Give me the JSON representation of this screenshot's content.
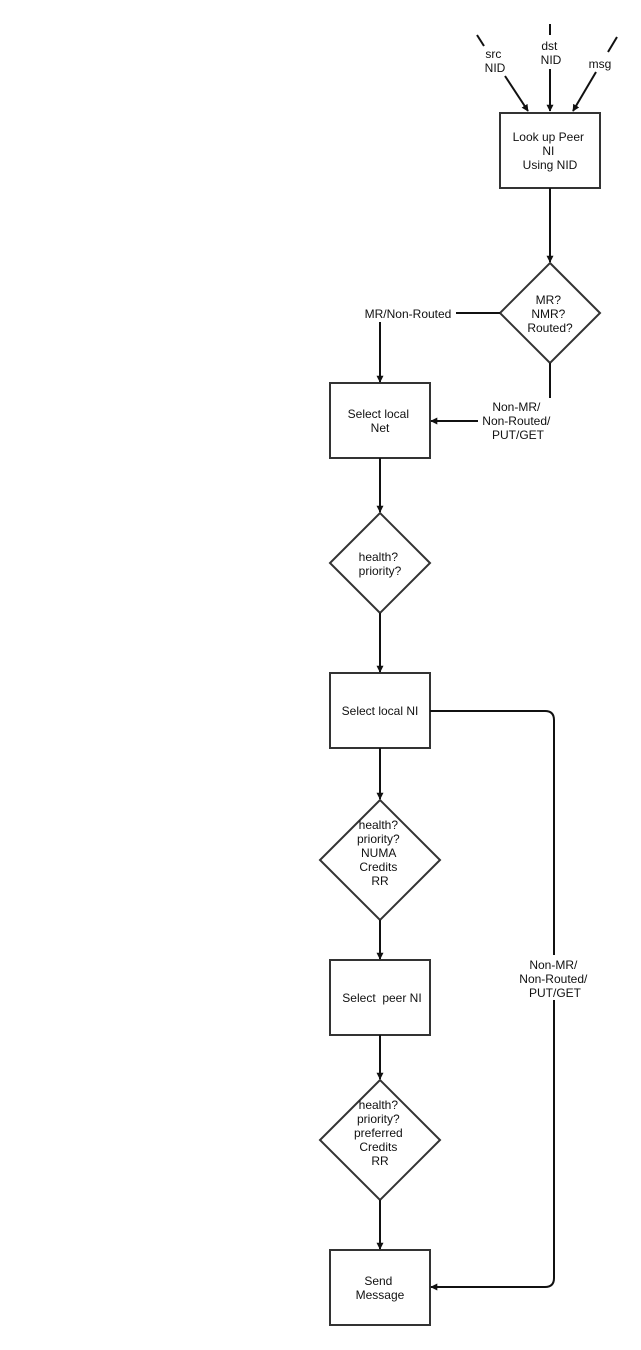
{
  "inputs": {
    "src": [
      "src",
      "NID"
    ],
    "dst": [
      "dst",
      "NID"
    ],
    "msg": [
      "msg"
    ]
  },
  "nodes": {
    "lookup_peer_ni": [
      "Look up Peer",
      "NI",
      "Using NID"
    ],
    "decision_routing": [
      "MR?",
      "NMR?",
      "Routed?"
    ],
    "select_local_net": [
      "Select local",
      "Net"
    ],
    "decision_net": [
      "health?",
      "priority?"
    ],
    "select_local_ni": [
      "Select local NI"
    ],
    "decision_local_ni": [
      "health?",
      "priority?",
      "NUMA",
      "Credits",
      "RR"
    ],
    "select_peer_ni": [
      "Select  peer NI"
    ],
    "decision_peer_ni": [
      "health?",
      "priority?",
      "preferred",
      "Credits",
      "RR"
    ],
    "send_message": [
      "Send",
      "Message"
    ]
  },
  "edge_labels": {
    "mr_non_routed": [
      "MR/Non-Routed"
    ],
    "non_mr_upper": [
      "Non-MR/",
      "Non-Routed/",
      "PUT/GET"
    ],
    "non_mr_lower": [
      "Non-MR/",
      "Non-Routed/",
      "PUT/GET"
    ]
  }
}
